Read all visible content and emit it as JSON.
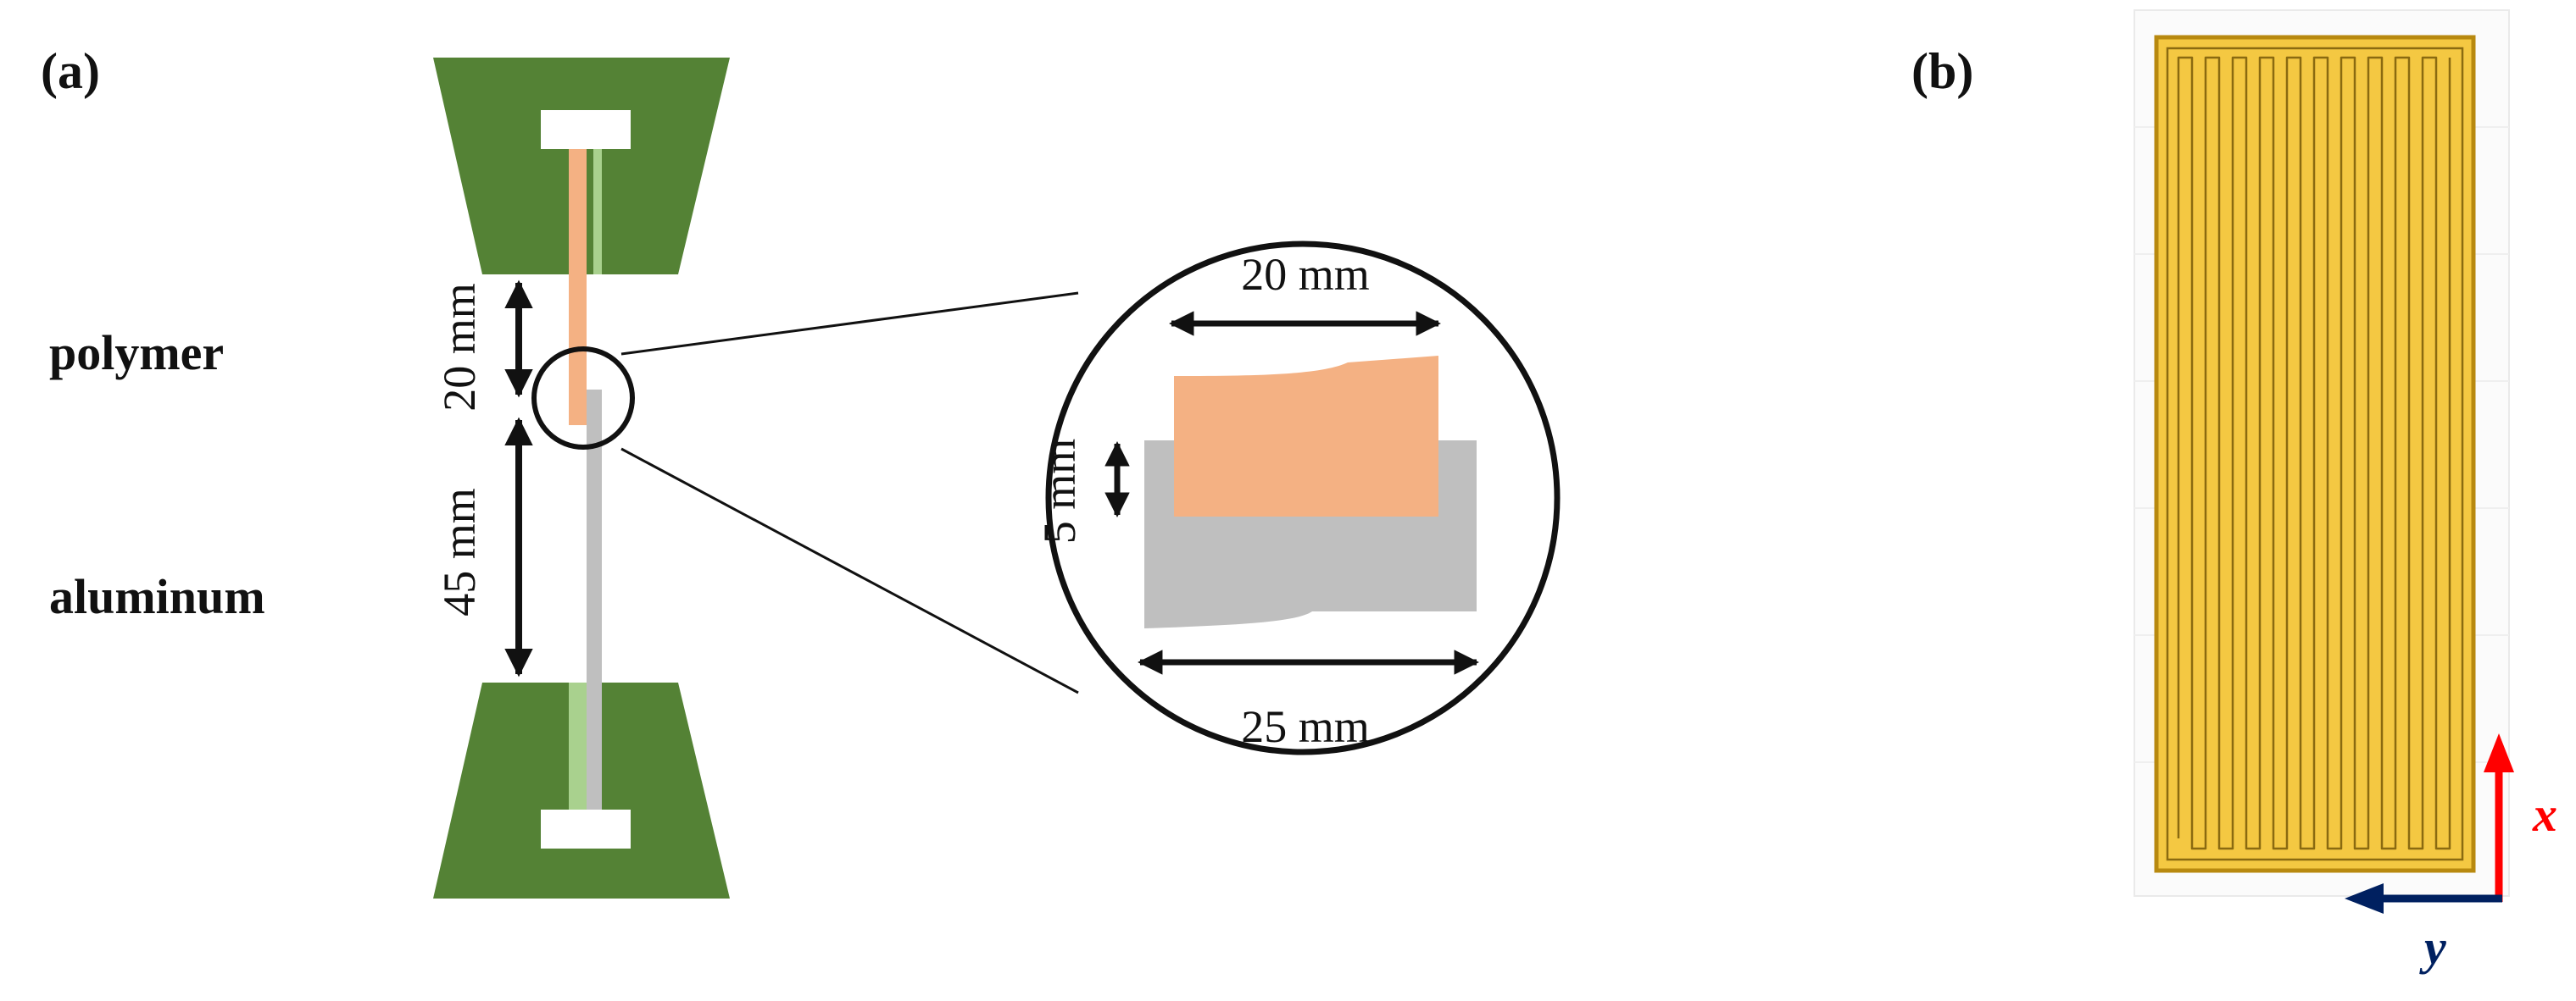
{
  "panel_a": {
    "label": "(a)",
    "material_top": "polymer",
    "material_bottom": "aluminum",
    "dim_polymer_length": "20 mm",
    "dim_aluminum_length": "45 mm",
    "zoom": {
      "overlap_width": "20 mm",
      "overlap_height": "5 mm",
      "aluminum_width": "25 mm"
    }
  },
  "panel_b": {
    "label": "(b)",
    "axis_x": "x",
    "axis_y": "y"
  },
  "colors": {
    "grip_green": "#548235",
    "grip_light_green": "#a9d18e",
    "polymer_orange": "#f4b183",
    "aluminum_gray": "#bfbfbf",
    "infill_yellow": "#f4c842",
    "infill_line": "#8a6a10",
    "axis_x_red": "#ff0000",
    "axis_y_navy": "#002060"
  },
  "icons": {
    "dimension_arrow": "double-headed-arrow",
    "axis_arrow": "single-headed-arrow"
  }
}
